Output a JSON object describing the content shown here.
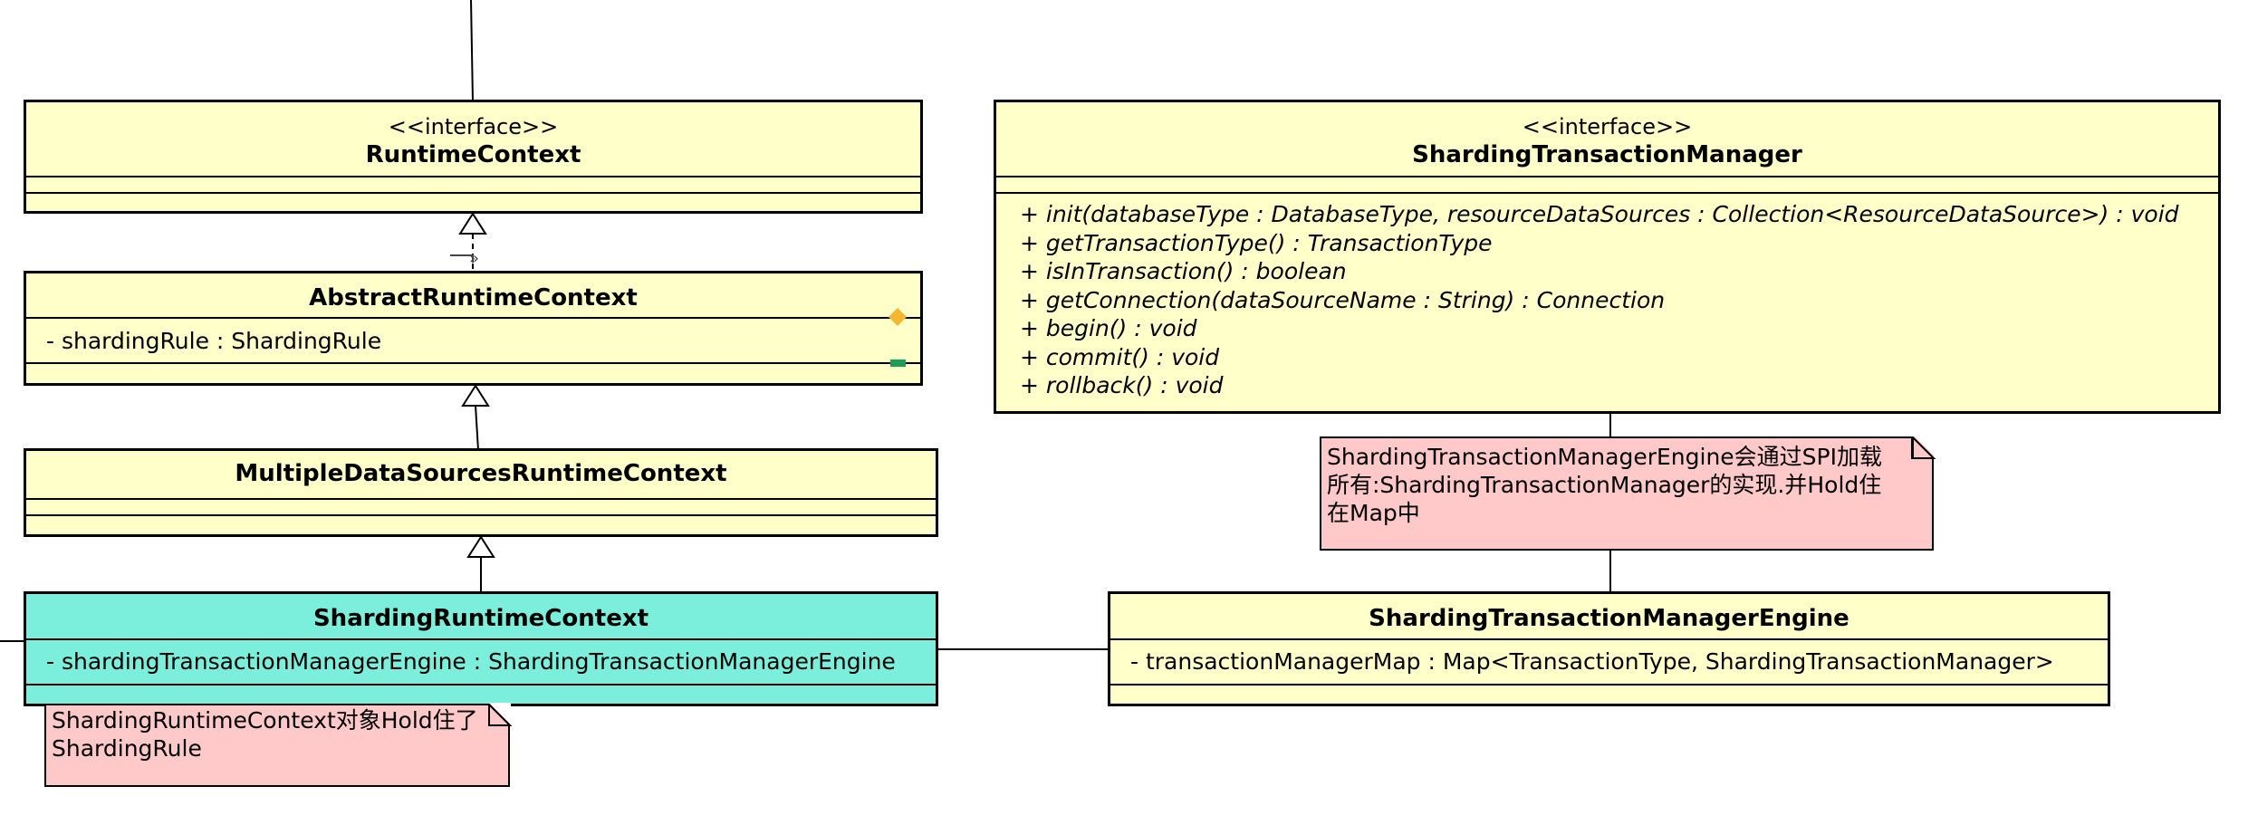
{
  "runtime_context": {
    "stereotype": "<<interface>>",
    "name": "RuntimeContext"
  },
  "abstract_runtime_context": {
    "name": "AbstractRuntimeContext",
    "attribute": "- shardingRule : ShardingRule"
  },
  "multiple_ds_context": {
    "name": "MultipleDataSourcesRuntimeContext"
  },
  "sharding_runtime_context": {
    "name": "ShardingRuntimeContext",
    "attribute": "- shardingTransactionManagerEngine : ShardingTransactionManagerEngine"
  },
  "sharding_tx_manager": {
    "stereotype": "<<interface>>",
    "name": "ShardingTransactionManager",
    "operations": [
      "+ init(databaseType : DatabaseType, resourceDataSources : Collection<ResourceDataSource>) : void",
      "+ getTransactionType() : TransactionType",
      "+ isInTransaction() : boolean",
      "+ getConnection(dataSourceName : String) : Connection",
      "+ begin() : void",
      "+ commit() : void",
      "+ rollback() : void"
    ]
  },
  "sharding_tx_manager_engine": {
    "name": "ShardingTransactionManagerEngine",
    "attribute": "- transactionManagerMap : Map<TransactionType, ShardingTransactionManager>"
  },
  "note_engine": {
    "lines": [
      "ShardingTransactionManagerEngine会通过SPI加载",
      "所有:ShardingTransactionManager的实现.并Hold住",
      "在Map中"
    ]
  },
  "note_runtime": {
    "lines": [
      "ShardingRuntimeContext对象Hold住了",
      "ShardingRule"
    ]
  },
  "colors": {
    "class_fill": "#ffffc9",
    "highlight_fill": "#7befdb",
    "note_fill": "#ffc9c9",
    "diamond": "#f5b731",
    "marker_green": "#1e9c5a"
  }
}
